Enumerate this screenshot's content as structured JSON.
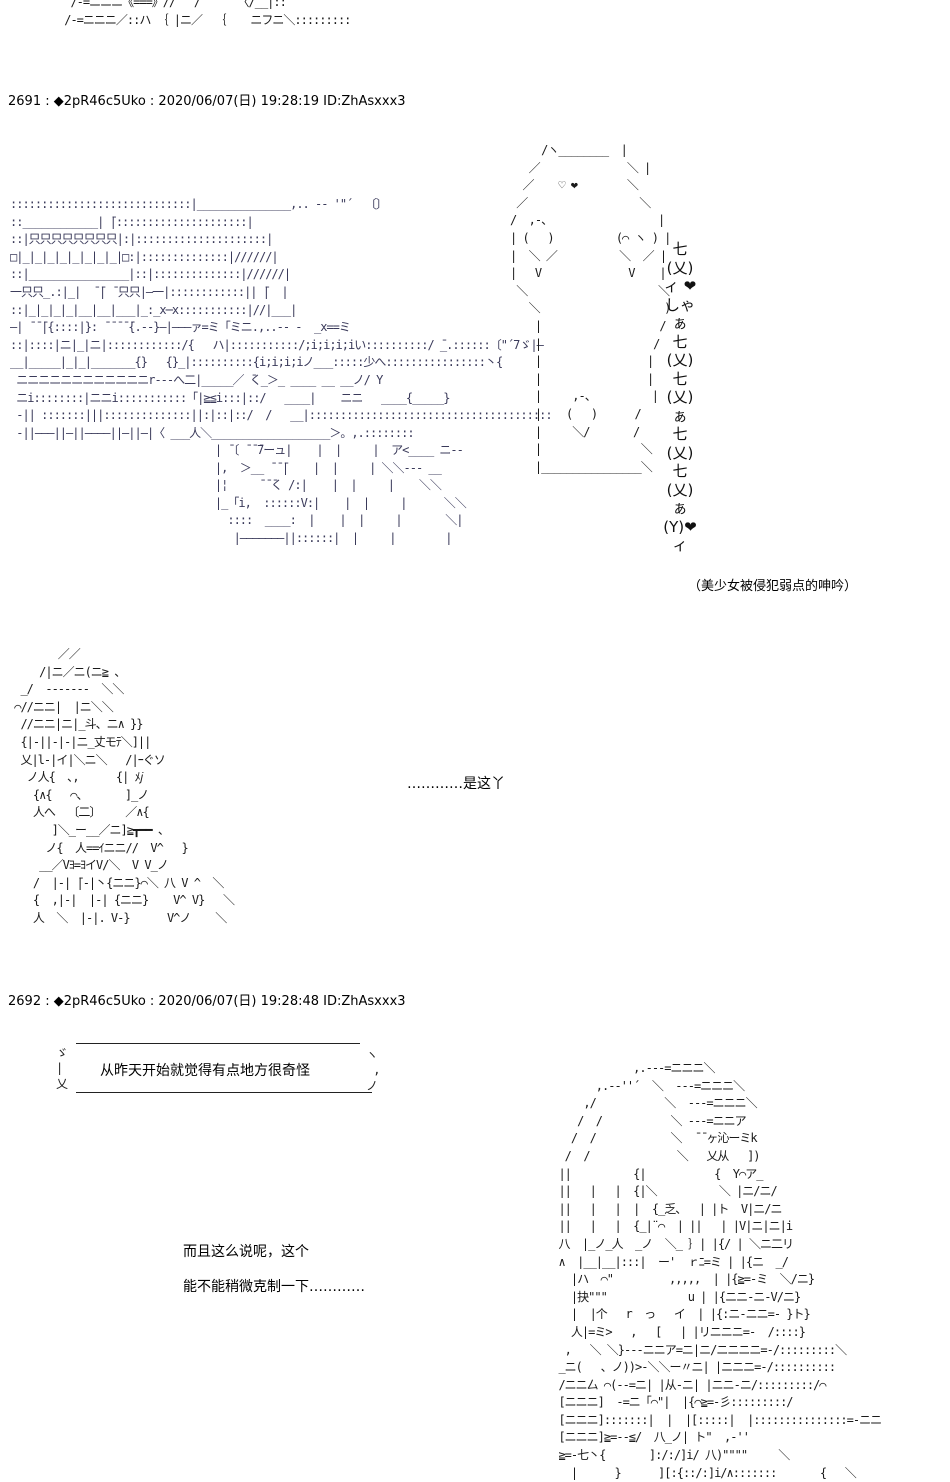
{
  "posts": [
    {
      "header": "2691 : ◆2pR46c5Uko : 2020/06/07(日) 19:28:19 ID:ZhAsxxx3",
      "caption": "（美少女被侵犯弱点的呻吟）",
      "moan": "七\n(乂)\nィ ❤\nしゃ\nぁ\n七\n(乂)\n七\n(乂)\nぁ\n七\n(乂)\n七\n(乂)\nぁ\n(Y)❤\nィ",
      "dialogue": "…………是这丫"
    },
    {
      "header": "2692 : ◆2pR46c5Uko : 2020/06/07(日) 19:28:48 ID:ZhAsxxx3",
      "bubble_text": "从昨天开始就觉得有点地方很奇怪",
      "dialogue_line1": "而且这么说呢，这个",
      "dialogue_line2": "能不能稍微克制一下…………"
    }
  ],
  "art": {
    "top_fragment": "  /-=ニニニ《===》//   /      〈/__|:: ̄ ̄ ̄\n /-=ニニニ／::ハ ｛ |ニ／  ｛    ニフニ＼:::::::::",
    "room": ":::::::::::::::::::::::::::::|_______________,.. -‐ '\"´  〔〕\n::____________| ̄|:::::::::::::::::::::|\n::|只只只只只只只只|:|:::::::::::::::::::::|\n□|_|_|_|_|_|_|_|_|□:|::::::::::::::|//////|\n::|________________|::|::::::::::::::|//////|\n一只只_.:|_|  ̄ ̄| ̄ ̄只只|—一|::::::::::::|| ̄|  |\n::|_|_|_|_|__|__|___|_:_x─x:::::::::::|//|___|\n—| ̄ ̄ ̄|{::::|}: ̄ ̄ ̄ ̄ ̄{.--}—|———ァ=ミ「ミニ.,..-- ‐  _x==ミ\n::|::::|ニ|_|ニ|::::::::::::/{   ハ|:::::::::::/;i;i;i;iい::::::::::/ ̄_.::::::〔\"´7ゞ|—\n__|_____|_|_|_______{}   {}_|::::::::::{i;i;i;iノ___:::::少へ::::::::::::::::丶{\n ニニニニニニニニニニニニr---へ二|_____／ ̄く_＞_ ____ __ __ノ/ Y\n ニi::::::::|ニニi:::::::::::「|≧≦i:::|::/   ____|    ニニ   ____{_____}\n -|| :::::::|||::::::::::::::||:|::|::/  /   __|:::::::::::::::::::::::::::::::::::::::\n -||———||—||————||—||—|〈 ___人＼___________________＞。,.::::::::",
    "desk": "    | ̄〔 ̄ ̄ ̄7ーュ|    |  |     |  ア<____ ニ-‐\n    |,  ＞__ ̄ ̄ ̄|    |  |     | ＼＼‐‐- __\n    |¦     ̄ ̄ ̄く /:|    |  |     |    ＼＼\n    |_「i,  ::::::V:|    |  |     |      ＼＼\n      ::::  ____:  |    |  |     |       ＼|\n       |———————||::::::|  |     |        |",
    "frame": "     /ヽ________  |\n   ／              ＼ |\n  ／    ♡ ❤        ＼\n ／                  ＼\n/  ,-、                 |\n| (   )          (⌒ ヽ ) |\n|  ＼ ／          ＼  ／ |\n|   V              V    |\n ＼                     ＼\n   ＼                    )\n    |                   /\n    |                  /\n    |                 |\n    |                 |\n    |     ,-、         |\n    |    (   )      /\n    |     ＼/       /\n    |                ＼\n    |________________＼",
    "small_char": "        ／／\n     /|ニ／ニ(ニ≧ 、\n  _/  -------  ＼＼\n ⌒//ニニ|  |ニ＼＼\n  //ニニ|ニ|_斗、ニ∧ }}\n  {|-||-|-|ニ_丈モﾃ＼]||\n  乂|l-|イ|＼ニ＼   /|ｰぐソ\n   ノ人{  ､,      {| ﾒ𝑗\n    {∧{   ⌒、      ]_ノ\n    人へ  〔二〕    ／∧{\n       ]＼_ー__／ニ]≧┳━━ 、\n      ノ{  人==ｲニニ//  V^   }\n     __／Vﾖ=ﾖイV/＼  V V_ノ\n    /  |-| ̄|-|丶{ニニ}⌒＼ 八 V ^  ＼\n    {  ,|-|  |-| {ニニ}    V^ V}   ＼\n    人  ＼  |-|. V-}      V^ノ    ＼",
    "big_char": "              ,.---=ニニニ＼\n        ,.-‐''´  ＼  ---=ニニニ＼\n      ,/           ＼  ---=ニニニ＼\n     /  /           ＼ ---=ニニア\n    /  /            ＼  ̄ ̄ ヶ沁ーミk\n   /  /              ＼   乂从   ])\n  ||          {|           {  Y⌒ア_\n  ||   |   |  {|＼          ＼ |ニ/ニ/\n  ||   |   |  |  {_乏、  | |ト  V|ニ/ニ\n  ||   |   |  {_|¨⌒  | ||   | |V|ニ|ニ|i\n  八  |_ノ_人  _ノ  ＼_ ｝| |{/ | ＼ニ二リ\n  ∧  |__|__|:::|  ー'  ｒﾆ=ミ | |{ニ  _/\n    |ハ  ⌒\"         ,,,,,  | |{≧=‐ミ  ＼/ニ}\n    |抉\"\"\"             u | |{ニニ-ニ-V/ニ}\n    |  |个   r  っ   イ  | |{:ニ-ニニ=- }ト}\n    人|=ミ>   ,   [   | |リニニニ=-  /::::}\n   ,   ＼ ＼}---ニニア=ニ|ニ/ニニニニ=-/:::::::::＼\n  _ニ(   、ノ))>-＼＼ー〃ニ| |ニニニ=-/::::::::::\n  /ニニ厶 ⌒(--=ニ| |从-ニ| |ニニ-ニ/:::::::::/⌒\n  [ニニニ]  -=ニ「⌒\"|  |{⌒≧=-彡:::::::::/\n  [ニニニ]:::::::|  |  |[:::::|  |:::::::::::::::=-ニニ\n  [ニニニ]≧=--≦/  八_ノ| ト\"  ,-''\n  ≧=-七丶{       ]:/:/]i/ 八)\"\"\"\"     ＼\n    |      }      ][:{::/:]i/∧:::::::       {   ＼"
  }
}
